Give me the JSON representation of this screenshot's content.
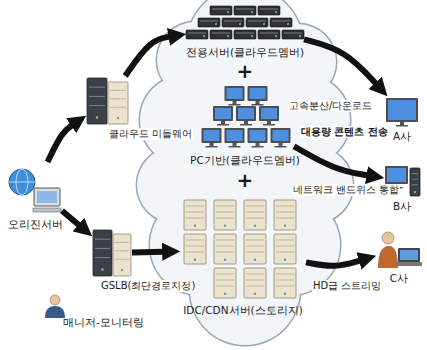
{
  "diagram": {
    "nodes": [
      {
        "text": [
          "오리진서버"
        ]
      },
      {
        "text": [
          "클라우드 미들웨어"
        ]
      },
      {
        "text": [
          "GSLB(최단경로지정)"
        ]
      },
      {
        "text": [
          "매니저-모니터링"
        ]
      },
      {
        "text": [
          "전용서버(클라우드멤버)"
        ]
      },
      {
        "text": [
          "PC기반(클라우드멤버)"
        ]
      },
      {
        "text": [
          "IDC/CDN서버(스토리지)"
        ]
      },
      {
        "text": [
          "A사"
        ]
      },
      {
        "text": [
          "B사"
        ]
      },
      {
        "text": [
          "C사"
        ]
      }
    ],
    "edges": [
      {
        "from": 0,
        "to": 1,
        "arrow": "to"
      },
      {
        "from": 1,
        "to": 4,
        "arrow": "to"
      },
      {
        "from": 0,
        "to": 2,
        "arrow": "to"
      },
      {
        "from": 2,
        "to": 6,
        "arrow": "to"
      },
      {
        "from": 4,
        "to": 7,
        "arrow": "to",
        "label": "고속분산/다운로드"
      },
      {
        "from": 5,
        "to": 8,
        "arrow": "to",
        "label": "대용량 콘텐츠 전송"
      },
      {
        "from": 6,
        "to": 9,
        "arrow": "to",
        "label": "HD급 스트리밍"
      }
    ],
    "labels": [
      "+",
      "+",
      "네트워크 밴드위스 통합"
    ]
  }
}
